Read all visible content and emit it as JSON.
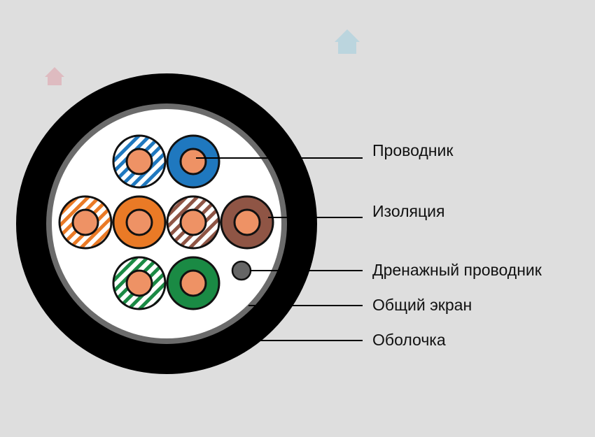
{
  "labels": {
    "conductor": "Проводник",
    "insulation": "Изоляция",
    "drain_wire": "Дренажный проводник",
    "shield": "Общий экран",
    "sheath": "Оболочка"
  },
  "colors": {
    "background": "#dedede",
    "sheath": "#000000",
    "shield": "#6b6b6b",
    "filler": "#ffffff",
    "copper": "#ee9265",
    "blue": "#1f78bf",
    "orange": "#ea7a26",
    "brown": "#8f5545",
    "green": "#1a8a44",
    "drain": "#666666"
  },
  "wires": [
    {
      "name": "blue-white",
      "color": "blue",
      "striped": true
    },
    {
      "name": "blue",
      "color": "blue",
      "striped": false
    },
    {
      "name": "orange-white",
      "color": "orange",
      "striped": true
    },
    {
      "name": "orange",
      "color": "orange",
      "striped": false
    },
    {
      "name": "brown-white",
      "color": "brown",
      "striped": true
    },
    {
      "name": "brown",
      "color": "brown",
      "striped": false
    },
    {
      "name": "green-white",
      "color": "green",
      "striped": true
    },
    {
      "name": "green",
      "color": "green",
      "striped": false
    }
  ]
}
